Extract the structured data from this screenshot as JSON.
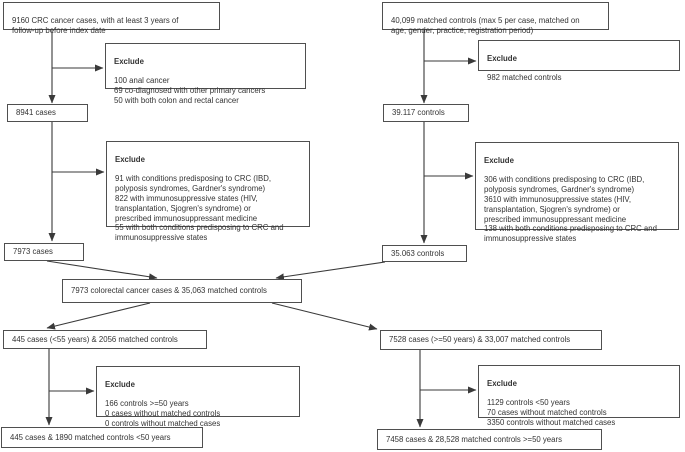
{
  "flowchart": {
    "colors": {
      "background": "#ffffff",
      "box_border": "#4f4f4f",
      "text": "#333333",
      "arrow": "#3a3a3a"
    },
    "cases_initial": {
      "text": "9160 CRC cancer cases, with at least 3 years of\nfollow-up before index date"
    },
    "controls_initial": {
      "text": "40,099 matched controls (max 5 per case, matched on\nage, gender, practice, registration period)"
    },
    "exclude_cases_1": {
      "heading": "Exclude",
      "body": "100 anal cancer\n69 co-diagnosed with other primary cancers\n50 with both colon and rectal cancer"
    },
    "exclude_controls_1": {
      "heading": "Exclude",
      "body": "982 matched controls"
    },
    "cases_8941": {
      "text": "8941 cases"
    },
    "controls_39117": {
      "text": "39.117 controls"
    },
    "exclude_cases_2": {
      "heading": "Exclude",
      "body": "91 with conditions predisposing to CRC (IBD,\npolyposis syndromes, Gardner's syndrome)\n822 with immunosuppressive states (HIV,\ntransplantation, Sjogren's syndrome) or\nprescribed immunosuppressant medicine\n55 with both conditions predisposing to CRC and\nimmunosuppressive states"
    },
    "exclude_controls_2": {
      "heading": "Exclude",
      "body": "306 with conditions predisposing to CRC (IBD,\npolyposis syndromes, Gardner's syndrome)\n3610 with immunosuppressive states (HIV,\ntransplantation, Sjogren's syndrome) or\nprescribed immunosuppressant medicine\n138 with both conditions predisposing to CRC and\nimmunosuppressive states"
    },
    "cases_7973": {
      "text": "7973 cases"
    },
    "controls_35063": {
      "text": "35.063 controls"
    },
    "merged": {
      "text": "7973 colorectal cancer cases & 35,063 matched controls"
    },
    "young_group": {
      "text": "445 cases (<55 years) & 2056 matched controls"
    },
    "old_group": {
      "text": "7528 cases (>=50 years) & 33,007 matched controls"
    },
    "exclude_young": {
      "heading": "Exclude",
      "body": "166 controls >=50 years\n0 cases without matched controls\n0 controls without matched cases"
    },
    "exclude_old": {
      "heading": "Exclude",
      "body": "1129 controls <50 years\n70 cases without matched controls\n3350 controls without matched cases"
    },
    "final_young": {
      "text": "445 cases & 1890 matched controls <50 years"
    },
    "final_old": {
      "text": "7458 cases & 28,528 matched controls >=50 years"
    }
  }
}
